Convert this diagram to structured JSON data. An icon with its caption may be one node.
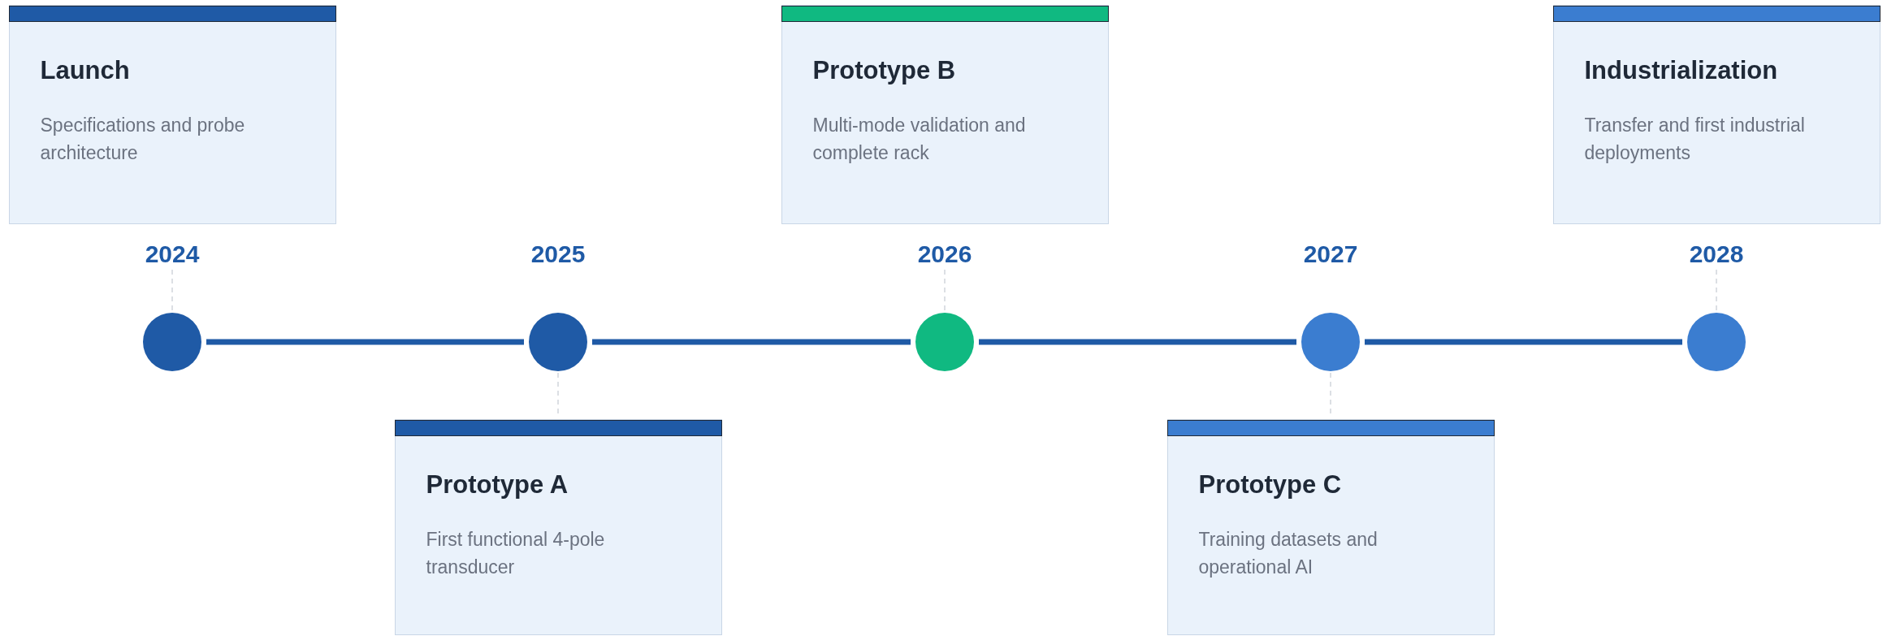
{
  "diagram": {
    "nodes": [
      {
        "text": [
          "2024"
        ]
      },
      {
        "text": [
          "2025"
        ]
      },
      {
        "text": [
          "2026"
        ]
      },
      {
        "text": [
          "2027"
        ]
      },
      {
        "text": [
          "2028"
        ]
      },
      {
        "text": [],
        "shape": "circle"
      },
      {
        "text": [],
        "shape": "circle"
      },
      {
        "text": [],
        "shape": "circle"
      },
      {
        "text": [],
        "shape": "circle"
      },
      {
        "text": [],
        "shape": "circle"
      },
      {
        "text": [
          "Launch",
          "Specifications and probe architecture"
        ]
      },
      {
        "text": [
          "Prototype A",
          "First functional 4-pole transducer"
        ]
      },
      {
        "text": [
          "Prototype B",
          "Multi-mode validation and complete rack"
        ]
      },
      {
        "text": [
          "Prototype C",
          "Training datasets and operational AI"
        ]
      },
      {
        "text": [
          "Industrialization",
          "Transfer and first industrial deployments"
        ]
      }
    ],
    "edges": [
      {
        "from": 5,
        "to": 6,
        "arrow": "none",
        "style": "thick",
        "color": "#1f5aa6"
      },
      {
        "from": 6,
        "to": 7,
        "arrow": "none",
        "style": "thick",
        "color": "#1f5aa6"
      },
      {
        "from": 7,
        "to": 8,
        "arrow": "none",
        "style": "thick",
        "color": "#1f5aa6"
      },
      {
        "from": 8,
        "to": 9,
        "arrow": "none",
        "style": "thick",
        "color": "#1f5aa6"
      },
      {
        "from": 0,
        "to": 5,
        "arrow": "none",
        "style": "dashed",
        "color": "#d1d5db"
      },
      {
        "from": 6,
        "to": 11,
        "arrow": "none",
        "style": "dashed",
        "color": "#d1d5db"
      },
      {
        "from": 2,
        "to": 7,
        "arrow": "none",
        "style": "dashed",
        "color": "#d1d5db"
      },
      {
        "from": 8,
        "to": 13,
        "arrow": "none",
        "style": "dashed",
        "color": "#d1d5db"
      },
      {
        "from": 4,
        "to": 9,
        "arrow": "none",
        "style": "dashed",
        "color": "#d1d5db"
      }
    ]
  }
}
